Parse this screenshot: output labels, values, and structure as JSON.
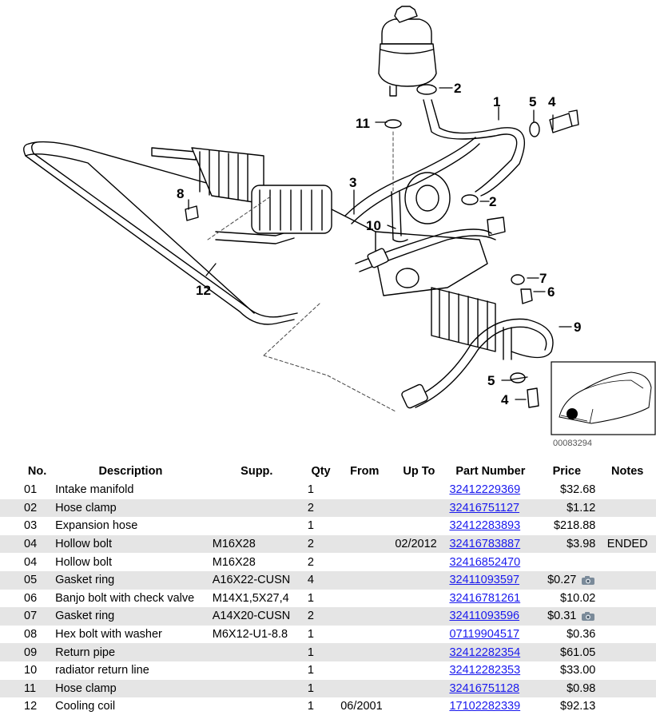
{
  "diagram": {
    "code": "00083294",
    "callouts": [
      {
        "id": "c1",
        "text": "1"
      },
      {
        "id": "c2a",
        "text": "2"
      },
      {
        "id": "c2b",
        "text": "2"
      },
      {
        "id": "c3",
        "text": "3"
      },
      {
        "id": "c4a",
        "text": "4"
      },
      {
        "id": "c4b",
        "text": "4"
      },
      {
        "id": "c5a",
        "text": "5"
      },
      {
        "id": "c5b",
        "text": "5"
      },
      {
        "id": "c6",
        "text": "6"
      },
      {
        "id": "c7",
        "text": "7"
      },
      {
        "id": "c8",
        "text": "8"
      },
      {
        "id": "c9",
        "text": "9"
      },
      {
        "id": "c10",
        "text": "10"
      },
      {
        "id": "c11",
        "text": "11"
      },
      {
        "id": "c12",
        "text": "12"
      }
    ]
  },
  "table": {
    "headers": {
      "no": "No.",
      "description": "Description",
      "supp": "Supp.",
      "qty": "Qty",
      "from": "From",
      "up_to": "Up To",
      "part_number": "Part Number",
      "price": "Price",
      "notes": "Notes"
    },
    "rows": [
      {
        "no": "01",
        "description": "Intake manifold",
        "supp": "",
        "qty": "1",
        "from": "",
        "up_to": "",
        "part_number": "32412229369",
        "price": "$32.68",
        "notes": "",
        "camera": false
      },
      {
        "no": "02",
        "description": "Hose clamp",
        "supp": "",
        "qty": "2",
        "from": "",
        "up_to": "",
        "part_number": "32416751127",
        "price": "$1.12",
        "notes": "",
        "camera": false
      },
      {
        "no": "03",
        "description": "Expansion hose",
        "supp": "",
        "qty": "1",
        "from": "",
        "up_to": "",
        "part_number": "32412283893",
        "price": "$218.88",
        "notes": "",
        "camera": false
      },
      {
        "no": "04",
        "description": "Hollow bolt",
        "supp": "M16X28",
        "qty": "2",
        "from": "",
        "up_to": "02/2012",
        "part_number": "32416783887",
        "price": "$3.98",
        "notes": "ENDED",
        "camera": false
      },
      {
        "no": "04",
        "description": "Hollow bolt",
        "supp": "M16X28",
        "qty": "2",
        "from": "",
        "up_to": "",
        "part_number": "32416852470",
        "price": "",
        "notes": "",
        "camera": false
      },
      {
        "no": "05",
        "description": "Gasket ring",
        "supp": "A16X22-CUSN",
        "qty": "4",
        "from": "",
        "up_to": "",
        "part_number": "32411093597",
        "price": "$0.27",
        "notes": "",
        "camera": true
      },
      {
        "no": "06",
        "description": "Banjo bolt with check valve",
        "supp": "M14X1,5X27,4",
        "qty": "1",
        "from": "",
        "up_to": "",
        "part_number": "32416781261",
        "price": "$10.02",
        "notes": "",
        "camera": false
      },
      {
        "no": "07",
        "description": "Gasket ring",
        "supp": "A14X20-CUSN",
        "qty": "2",
        "from": "",
        "up_to": "",
        "part_number": "32411093596",
        "price": "$0.31",
        "notes": "",
        "camera": true
      },
      {
        "no": "08",
        "description": "Hex bolt with washer",
        "supp": "M6X12-U1-8.8",
        "qty": "1",
        "from": "",
        "up_to": "",
        "part_number": "07119904517",
        "price": "$0.36",
        "notes": "",
        "camera": false
      },
      {
        "no": "09",
        "description": "Return pipe",
        "supp": "",
        "qty": "1",
        "from": "",
        "up_to": "",
        "part_number": "32412282354",
        "price": "$61.05",
        "notes": "",
        "camera": false
      },
      {
        "no": "10",
        "description": "radiator return line",
        "supp": "",
        "qty": "1",
        "from": "",
        "up_to": "",
        "part_number": "32412282353",
        "price": "$33.00",
        "notes": "",
        "camera": false
      },
      {
        "no": "11",
        "description": "Hose clamp",
        "supp": "",
        "qty": "1",
        "from": "",
        "up_to": "",
        "part_number": "32416751128",
        "price": "$0.98",
        "notes": "",
        "camera": false
      },
      {
        "no": "12",
        "description": "Cooling coil",
        "supp": "",
        "qty": "1",
        "from": "06/2001",
        "up_to": "",
        "part_number": "17102282339",
        "price": "$92.13",
        "notes": "",
        "camera": false
      }
    ]
  }
}
